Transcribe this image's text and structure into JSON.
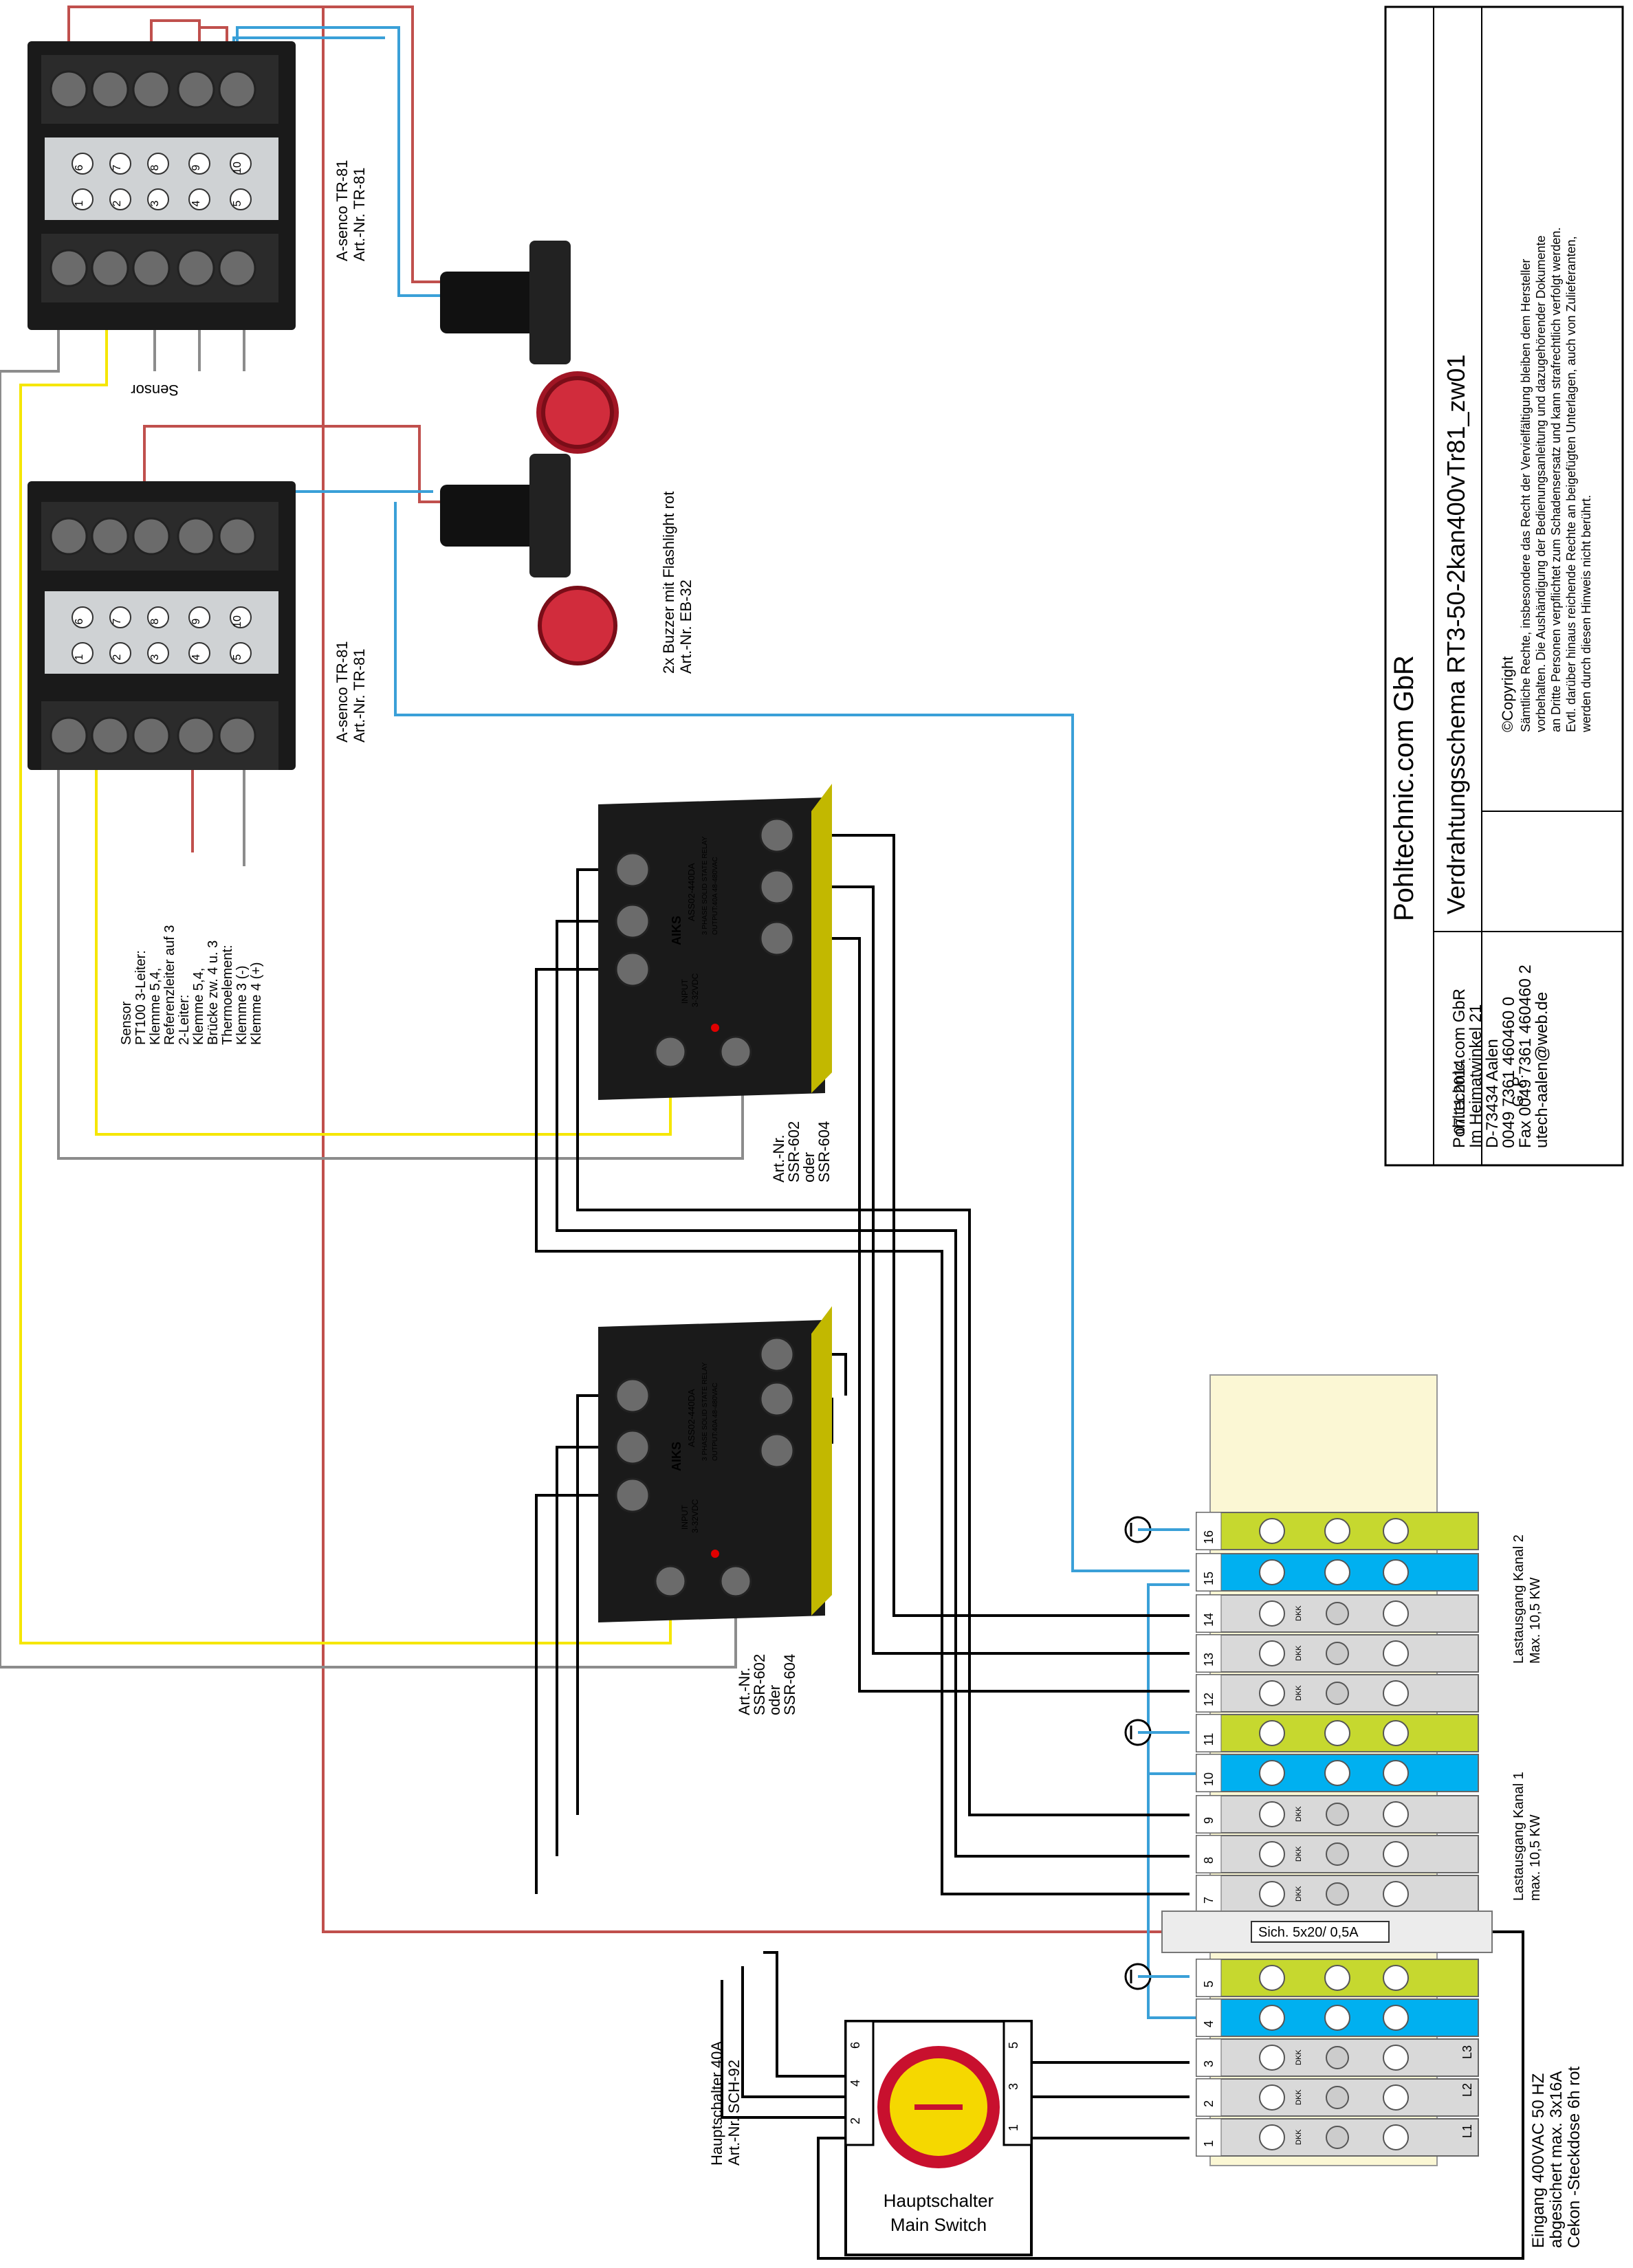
{
  "title_block": {
    "company": "Pohltechnic.com GbR",
    "title": "Verdrahtungsschema RT3-50-2kan400vTr81_zw01",
    "date": "07.11.2014",
    "author": "G. P.",
    "address": [
      "Pohltechnic.com GbR",
      "Im Heimatwinkel 21",
      "D-73434 Aalen",
      "0049 7361 460460 0",
      "Fax 0049 7361 460460 2",
      "utech-aalen@web.de"
    ],
    "copyright_label": "Copyright",
    "copyright_text": [
      "Sämtliche Rechte, insbesondere das Recht der Vervielfältigung bleiben dem Hersteller",
      "vorbehalten. Die Aushändigung der Bedienungsanleitung und dazugehörender Dokumente",
      "an Dritte Personen verpflichtet zum Schadensersatz und kann strafrechtlich verfolgt werden.",
      "Evtl. darüber hinaus reichende Rechte an beigefügten Unterlagen, auch von Zulieferanten,",
      "werden durch diesen Hinweis nicht berührt."
    ]
  },
  "controllers": {
    "label_line1": "A-senco TR-81",
    "label_line2": "Art.-Nr. TR-81",
    "top_numbers": [
      "1",
      "6",
      "2",
      "7",
      "3",
      "8",
      "4",
      "9",
      "5",
      "10"
    ],
    "sensor_short": "Sensor",
    "sensor_notes": [
      "Sensor",
      "PT100 3-Leiter:",
      "Klemme 5,4,",
      "Referenzleiter auf 3",
      "2-Leiter:",
      "Klemme 5,4,",
      "Brücke zw. 4 u. 3",
      "Thermoelement:",
      "Klemme 3 (-)",
      "Klemme 4 (+)"
    ]
  },
  "buzzers": {
    "line1": "2x Buzzer mit Flashlight rot",
    "line2": "Art.-Nr. EB-32"
  },
  "ssr": {
    "brand": "AIKS",
    "model": "ASS02-440DA",
    "desc1": "3 PHASE SOLID STATE RELAY",
    "desc2": "OUTPUT:40A 48-480VAC",
    "input1": "INPUT",
    "input2": "3-32VDC",
    "art_lines": [
      "Art.-Nr.",
      "SSR-602",
      "oder",
      "SSR-604"
    ]
  },
  "terminal_block": {
    "numbers": [
      "1",
      "2",
      "3",
      "4",
      "5",
      "7",
      "8",
      "9",
      "10",
      "11",
      "12",
      "13",
      "14",
      "15",
      "16"
    ],
    "dkk": "DKK",
    "fuse": "Sich. 5x20/ 0,5A",
    "phases": [
      "L1",
      "L2",
      "L3"
    ],
    "kanal2": [
      "Lastausgang Kanal 2",
      "Max. 10,5 KW"
    ],
    "kanal1": [
      "Lastausgang Kanal 1",
      "max. 10,5 KW"
    ],
    "input_note": [
      "Eingang 400VAC 50 HZ",
      "abgesichert max. 3x16A",
      "Cekon -Steckdose 6h rot"
    ]
  },
  "main_switch": {
    "label1": "Hauptschalter",
    "label2": "Main Switch",
    "art1": "Hauptschalter  40A",
    "art2": "Art.-Nr. SCH-92",
    "terminals_left": [
      "6",
      "4",
      "2"
    ],
    "terminals_right": [
      "5",
      "3",
      "1"
    ]
  },
  "colors": {
    "red": "#c0504d",
    "blue": "#3aa0d8",
    "yellow": "#f5e600",
    "gray": "#8c8c8c",
    "black": "#000000",
    "green_terminal": "#c6d82f",
    "blue_terminal": "#00b0f0",
    "gray_terminal": "#d9d9d9",
    "cream": "#fbf7d4"
  }
}
